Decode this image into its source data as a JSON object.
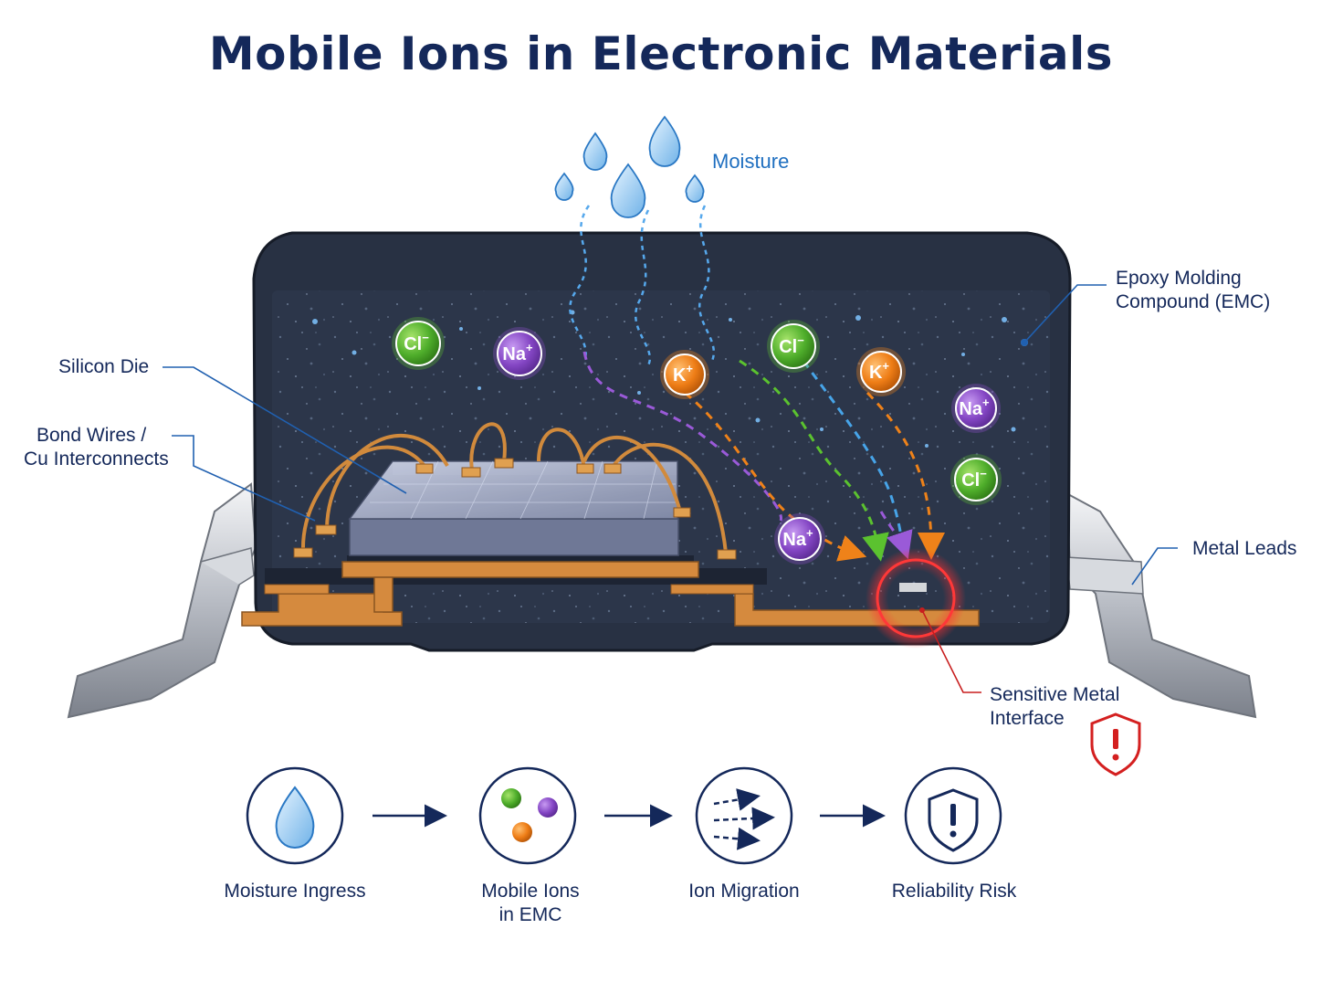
{
  "title": "Mobile Ions in Electronic Materials",
  "labels": {
    "moisture": "Moisture",
    "emc_line1": "Epoxy Molding",
    "emc_line2": "Compound (EMC)",
    "silicon_die": "Silicon Die",
    "bond_line1": "Bond Wires /",
    "bond_line2": "Cu Interconnects",
    "metal_leads": "Metal Leads",
    "interface_line1": "Sensitive Metal",
    "interface_line2": "Interface"
  },
  "ions": [
    {
      "symbol": "Cl",
      "charge": "−",
      "color": "#5bb533"
    },
    {
      "symbol": "Na",
      "charge": "+",
      "color": "#8a4cc6"
    },
    {
      "symbol": "K",
      "charge": "+",
      "color": "#ef8219"
    },
    {
      "symbol": "Cl",
      "charge": "−",
      "color": "#5bb533"
    },
    {
      "symbol": "K",
      "charge": "+",
      "color": "#ef8219"
    },
    {
      "symbol": "Na",
      "charge": "+",
      "color": "#8a4cc6"
    },
    {
      "symbol": "Cl",
      "charge": "−",
      "color": "#5bb533"
    },
    {
      "symbol": "Na",
      "charge": "+",
      "color": "#8a4cc6"
    }
  ],
  "flow": [
    {
      "icon": "water-drop-icon",
      "label_line1": "Moisture Ingress",
      "label_line2": ""
    },
    {
      "icon": "ions-cluster-icon",
      "label_line1": "Mobile Ions",
      "label_line2": "in EMC"
    },
    {
      "icon": "migration-arrows-icon",
      "label_line1": "Ion Migration",
      "label_line2": ""
    },
    {
      "icon": "shield-warning-icon",
      "label_line1": "Reliability Risk",
      "label_line2": ""
    }
  ],
  "colors": {
    "title": "#14285a",
    "moisture": "#1f6fc0",
    "package": "#232c3d",
    "copper": "#d58a3e",
    "warning": "#d42020"
  }
}
